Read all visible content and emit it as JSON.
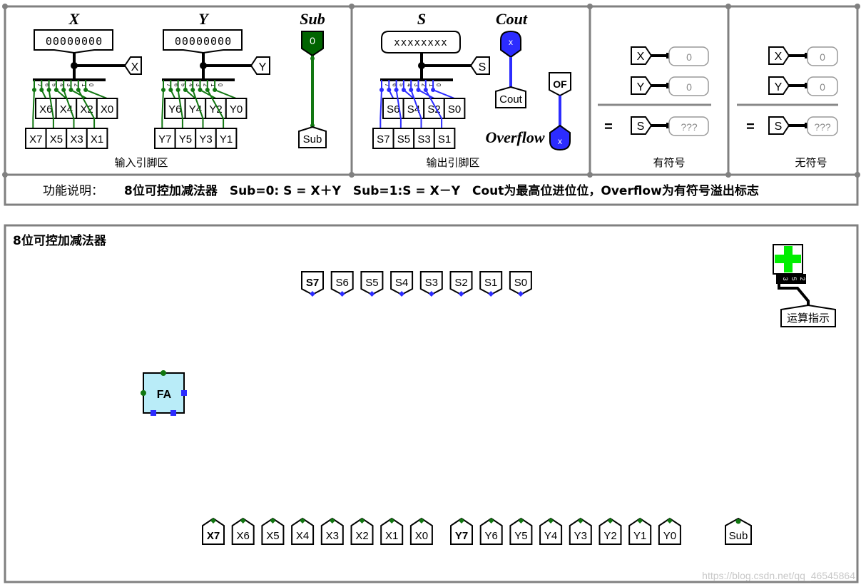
{
  "colors": {
    "frame": "#808080",
    "wire_green": "#117711",
    "wire_blue": "#2c2cff",
    "wire_black": "#000000",
    "fa_fill": "#b9ecf8",
    "indicator_green": "#00ee00",
    "pin_dark_green": "#006400"
  },
  "icons": {
    "indicator": "plus-icon"
  },
  "input_area": {
    "x_label": "X",
    "y_label": "Y",
    "sub_label": "Sub",
    "x_value": "00000000",
    "y_value": "00000000",
    "sub_value": "0",
    "x_tunnel": "X",
    "y_tunnel": "Y",
    "sub_tunnel": "Sub",
    "split_bits": [
      "7",
      "6",
      "5",
      "4",
      "3",
      "2",
      "1",
      "0"
    ],
    "x_pins_top": [
      "X6",
      "X4",
      "X2",
      "X0"
    ],
    "x_pins_bottom": [
      "X7",
      "X5",
      "X3",
      "X1"
    ],
    "y_pins_top": [
      "Y6",
      "Y4",
      "Y2",
      "Y0"
    ],
    "y_pins_bottom": [
      "Y7",
      "Y5",
      "Y3",
      "Y1"
    ],
    "caption": "输入引脚区"
  },
  "output_area": {
    "s_label": "S",
    "cout_label": "Cout",
    "overflow_label": "Overflow",
    "s_value": "xxxxxxxx",
    "cout_value": "x",
    "overflow_value": "x",
    "s_tunnel": "S",
    "cout_tunnel": "Cout",
    "of_tunnel": "OF",
    "split_bits": [
      "7",
      "6",
      "5",
      "4",
      "3",
      "2",
      "1",
      "0"
    ],
    "s_pins_top": [
      "S6",
      "S4",
      "S2",
      "S0"
    ],
    "s_pins_bottom": [
      "S7",
      "S5",
      "S3",
      "S1"
    ],
    "caption": "输出引脚区"
  },
  "signed_area": {
    "x_tunnel": "X",
    "y_tunnel": "Y",
    "s_tunnel": "S",
    "x_value": "0",
    "y_value": "0",
    "s_value": "???",
    "equals": "=",
    "caption": "有符号"
  },
  "unsigned_area": {
    "x_tunnel": "X",
    "y_tunnel": "Y",
    "s_tunnel": "S",
    "x_value": "0",
    "y_value": "0",
    "s_value": "???",
    "equals": "=",
    "caption": "无符号"
  },
  "description": {
    "prefix": "功能说明：",
    "text": "8位可控加减法器　Sub=0: S = X＋Y　Sub=1:S = X－Y　Cout为最高位进位位，Overflow为有符号溢出标志"
  },
  "main": {
    "title": "8位可控加减法器",
    "outputs": [
      "S7",
      "S6",
      "S5",
      "S4",
      "S3",
      "S2",
      "S1",
      "S0"
    ],
    "x_inputs": [
      "X7",
      "X6",
      "X5",
      "X4",
      "X3",
      "X2",
      "X1",
      "X0"
    ],
    "y_inputs": [
      "Y7",
      "Y6",
      "Y5",
      "Y4",
      "Y3",
      "Y2",
      "Y1",
      "Y0"
    ],
    "sub_input": "Sub",
    "fa_label": "FA",
    "indicator_bits": [
      "3",
      "5",
      "2"
    ],
    "indicator_label": "运算指示"
  },
  "watermark": "https://blog.csdn.net/qq_46545864"
}
